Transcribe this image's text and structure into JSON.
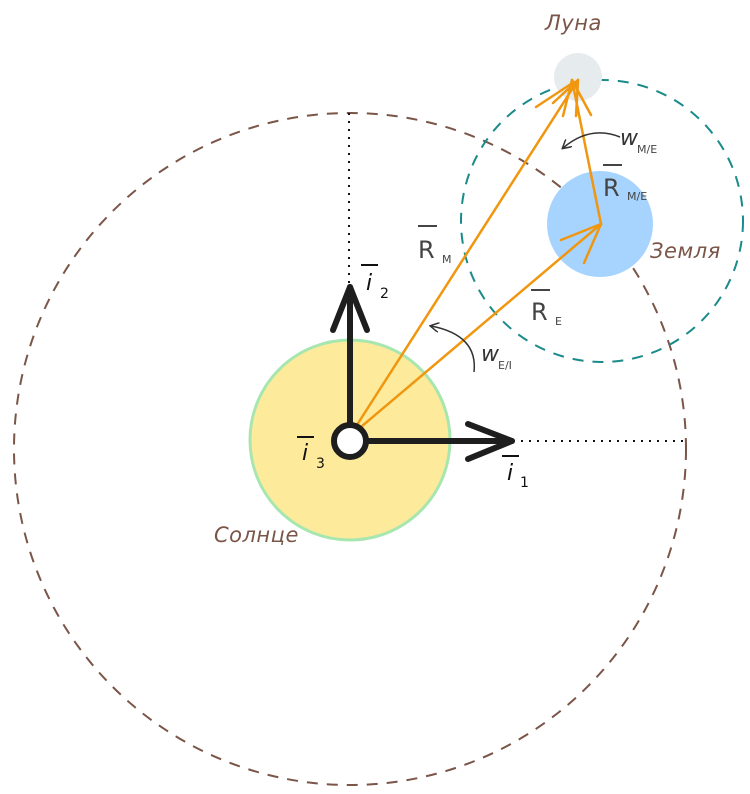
{
  "bodies": {
    "moon": "Луна",
    "earth": "Земля",
    "sun": "Солнце"
  },
  "vectors": {
    "r_m": {
      "main": "R",
      "sub": "M"
    },
    "r_e": {
      "main": "R",
      "sub": "E"
    },
    "r_me": {
      "main": "R",
      "sub": "M/E"
    }
  },
  "angular": {
    "w_me": {
      "main": "w",
      "sub": "M/E"
    },
    "w_ei": {
      "main": "w",
      "sub": "E/I"
    }
  },
  "axes": {
    "i1": {
      "main": "i",
      "sub": "1"
    },
    "i2": {
      "main": "i",
      "sub": "2"
    },
    "i3": {
      "main": "i",
      "sub": "3"
    }
  },
  "colors": {
    "sun_fill": "#fdeb9b",
    "sun_stroke": "#a8e6b0",
    "earth_fill": "#a6d4ff",
    "moon_fill": "#e6ebee",
    "vector": "#f0960f",
    "earth_orbit": "#1a8a8a",
    "sun_orbit": "#7a5548",
    "axis": "#1e1e1e"
  }
}
